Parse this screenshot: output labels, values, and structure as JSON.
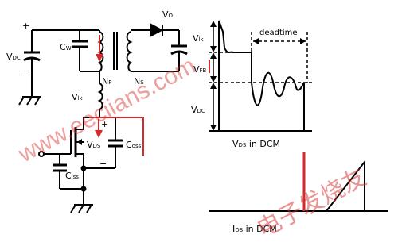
{
  "circuit": {
    "vdc_label": "V",
    "vdc_sub": "DC",
    "cw_label": "C",
    "cw_sub": "W",
    "np_label": "N",
    "np_sub": "P",
    "ns_label": "N",
    "ns_sub": "S",
    "vo_label": "V",
    "vo_sub": "O",
    "vlk_label": "V",
    "vlk_sub": "lk",
    "vds_label": "V",
    "vds_sub": "DS",
    "coss_label": "C",
    "coss_sub": "oss",
    "ciss_label": "C",
    "ciss_sub": "iss",
    "plus": "+",
    "minus": "−"
  },
  "waveform_vds": {
    "vlk_label": "V",
    "vlk_sub": "lk",
    "vfb_label": "V",
    "vfb_sub": "FB",
    "vdc_label": "V",
    "vdc_sub": "DC",
    "deadtime_label": "deadtime",
    "caption_main": "V",
    "caption_sub": "DS",
    "caption_rest": " in DCM"
  },
  "waveform_ids": {
    "caption_main": "I",
    "caption_sub": "DS",
    "caption_rest": " in DCM"
  },
  "watermark": {
    "latin": "www.eeciians.com",
    "chinese": "电子发烧友"
  },
  "colors": {
    "line": "#000000",
    "current_arrow": "#d62a2a",
    "watermark": "#d62a2a"
  }
}
